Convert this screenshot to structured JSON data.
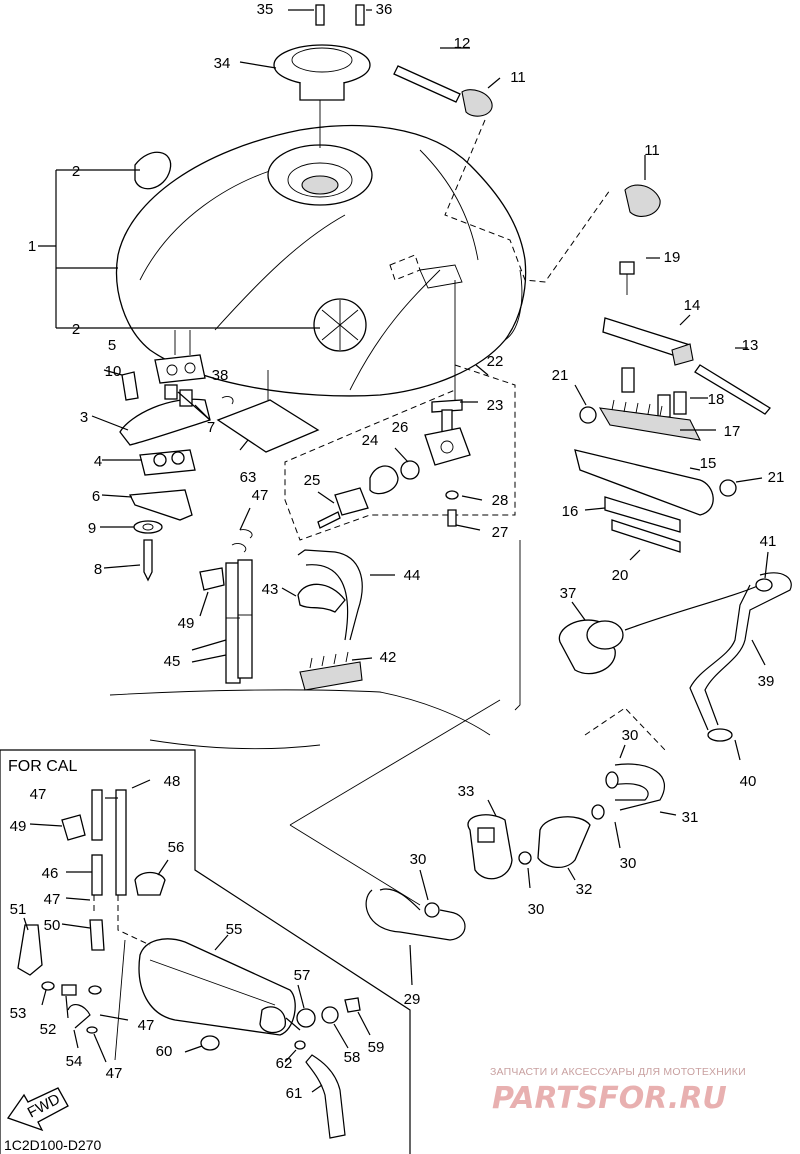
{
  "inset": {
    "title": "FOR CAL"
  },
  "diagram_code": "1C2D100-D270",
  "fwd_label": "FWD",
  "watermark": {
    "subtitle": "ЗАПЧАСТИ И АКСЕССУАРЫ ДЛЯ МОТОТЕХНИКИ",
    "brand": "PARTSFOR.RU"
  },
  "callouts": [
    {
      "id": "c35",
      "n": "35"
    },
    {
      "id": "c36",
      "n": "36"
    },
    {
      "id": "c34",
      "n": "34"
    },
    {
      "id": "c12",
      "n": "12"
    },
    {
      "id": "c11a",
      "n": "11"
    },
    {
      "id": "c11b",
      "n": "11"
    },
    {
      "id": "c2a",
      "n": "2"
    },
    {
      "id": "c1",
      "n": "1"
    },
    {
      "id": "c2b",
      "n": "2"
    },
    {
      "id": "c19",
      "n": "19"
    },
    {
      "id": "c14",
      "n": "14"
    },
    {
      "id": "c13",
      "n": "13"
    },
    {
      "id": "c5",
      "n": "5"
    },
    {
      "id": "c10",
      "n": "10"
    },
    {
      "id": "c38",
      "n": "38"
    },
    {
      "id": "c22",
      "n": "22"
    },
    {
      "id": "c21a",
      "n": "21"
    },
    {
      "id": "c18",
      "n": "18"
    },
    {
      "id": "c3",
      "n": "3"
    },
    {
      "id": "c7",
      "n": "7"
    },
    {
      "id": "c23",
      "n": "23"
    },
    {
      "id": "c17",
      "n": "17"
    },
    {
      "id": "c26",
      "n": "26"
    },
    {
      "id": "c24",
      "n": "24"
    },
    {
      "id": "c4",
      "n": "4"
    },
    {
      "id": "c63",
      "n": "63"
    },
    {
      "id": "c15",
      "n": "15"
    },
    {
      "id": "c21b",
      "n": "21"
    },
    {
      "id": "c25",
      "n": "25"
    },
    {
      "id": "c47a",
      "n": "47"
    },
    {
      "id": "c28",
      "n": "28"
    },
    {
      "id": "c6",
      "n": "6"
    },
    {
      "id": "c16",
      "n": "16"
    },
    {
      "id": "c9",
      "n": "9"
    },
    {
      "id": "c27",
      "n": "27"
    },
    {
      "id": "c41",
      "n": "41"
    },
    {
      "id": "c8",
      "n": "8"
    },
    {
      "id": "c20",
      "n": "20"
    },
    {
      "id": "c44",
      "n": "44"
    },
    {
      "id": "c43",
      "n": "43"
    },
    {
      "id": "c37",
      "n": "37"
    },
    {
      "id": "c49a",
      "n": "49"
    },
    {
      "id": "c39",
      "n": "39"
    },
    {
      "id": "c42",
      "n": "42"
    },
    {
      "id": "c45",
      "n": "45"
    },
    {
      "id": "c30a",
      "n": "30"
    },
    {
      "id": "c40",
      "n": "40"
    },
    {
      "id": "c47b",
      "n": "47"
    },
    {
      "id": "c48",
      "n": "48"
    },
    {
      "id": "c33",
      "n": "33"
    },
    {
      "id": "c31",
      "n": "31"
    },
    {
      "id": "c49b",
      "n": "49"
    },
    {
      "id": "c56",
      "n": "56"
    },
    {
      "id": "c30b",
      "n": "30"
    },
    {
      "id": "c30c",
      "n": "30"
    },
    {
      "id": "c46",
      "n": "46"
    },
    {
      "id": "c32",
      "n": "32"
    },
    {
      "id": "c47c",
      "n": "47"
    },
    {
      "id": "c30d",
      "n": "30"
    },
    {
      "id": "c51",
      "n": "51"
    },
    {
      "id": "c50",
      "n": "50"
    },
    {
      "id": "c55",
      "n": "55"
    },
    {
      "id": "c29",
      "n": "29"
    },
    {
      "id": "c57",
      "n": "57"
    },
    {
      "id": "c53",
      "n": "53"
    },
    {
      "id": "c52",
      "n": "52"
    },
    {
      "id": "c47d",
      "n": "47"
    },
    {
      "id": "c58",
      "n": "58"
    },
    {
      "id": "c59",
      "n": "59"
    },
    {
      "id": "c60",
      "n": "60"
    },
    {
      "id": "c62",
      "n": "62"
    },
    {
      "id": "c54",
      "n": "54"
    },
    {
      "id": "c47e",
      "n": "47"
    },
    {
      "id": "c61",
      "n": "61"
    }
  ]
}
